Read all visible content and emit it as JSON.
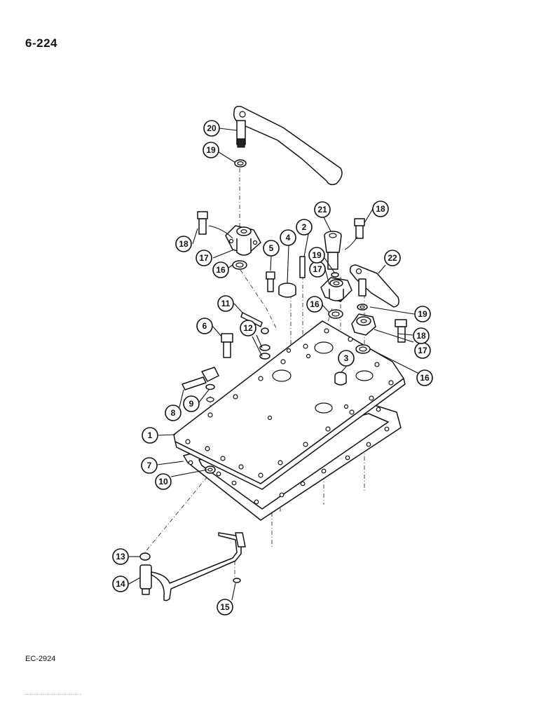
{
  "page": {
    "number": "6-224",
    "figure_code": "EC-2924"
  },
  "callouts": [
    "1",
    "2",
    "3",
    "4",
    "5",
    "6",
    "7",
    "8",
    "9",
    "10",
    "11",
    "12",
    "13",
    "14",
    "15",
    "16",
    "17",
    "18",
    "19",
    "20",
    "21",
    "22"
  ]
}
